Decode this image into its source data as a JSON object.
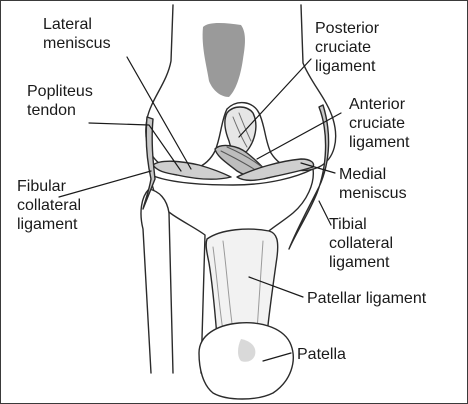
{
  "diagram": {
    "labels": {
      "lateral_meniscus": "Lateral\nmeniscus",
      "posterior_cruciate_ligament": "Posterior\ncruciate\nligament",
      "popliteus_tendon": "Popliteus\ntendon",
      "anterior_cruciate_ligament": "Anterior\ncruciate\nligament",
      "fibular_collateral_ligament": "Fibular\ncollateral\nligament",
      "medial_meniscus": "Medial\nmeniscus",
      "tibial_collateral_ligament": "Tibial\ncollateral\nligament",
      "patellar_ligament": "Patellar ligament",
      "patella": "Patella"
    },
    "colors": {
      "line": "#2b2b2b",
      "bone": "#ffffff",
      "shade": "#8c8c8c",
      "dark": "#555555"
    }
  }
}
